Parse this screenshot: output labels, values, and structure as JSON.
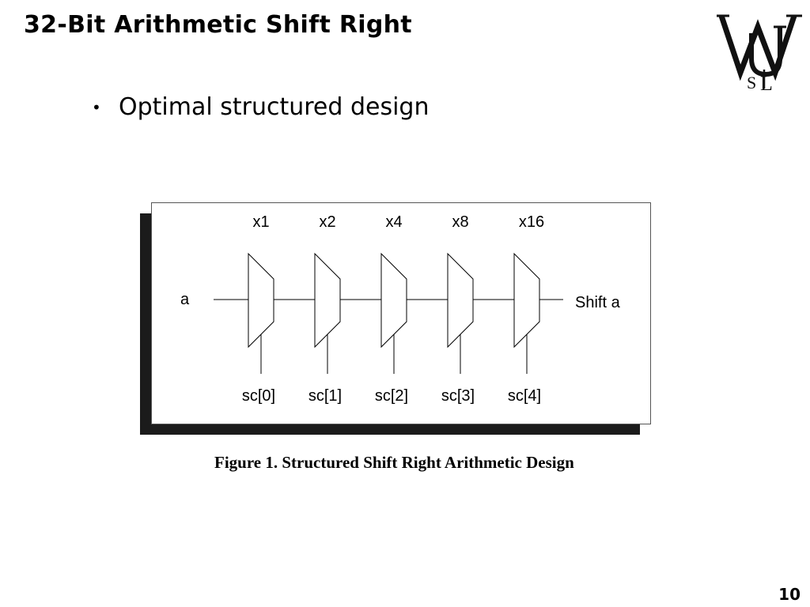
{
  "slide": {
    "title": "32-Bit Arithmetic Shift Right",
    "bullet_char": "•",
    "bullet": "Optimal structured design",
    "page_number": "10"
  },
  "logo": {
    "text": "WU SIL"
  },
  "figure": {
    "input_label": "a",
    "output_label": "Shift a",
    "stages": [
      {
        "shift": "x1",
        "control": "sc[0]"
      },
      {
        "shift": "x2",
        "control": "sc[1]"
      },
      {
        "shift": "x4",
        "control": "sc[2]"
      },
      {
        "shift": "x8",
        "control": "sc[3]"
      },
      {
        "shift": "x16",
        "control": "sc[4]"
      }
    ],
    "caption": "Figure 1. Structured Shift Right Arithmetic Design"
  }
}
